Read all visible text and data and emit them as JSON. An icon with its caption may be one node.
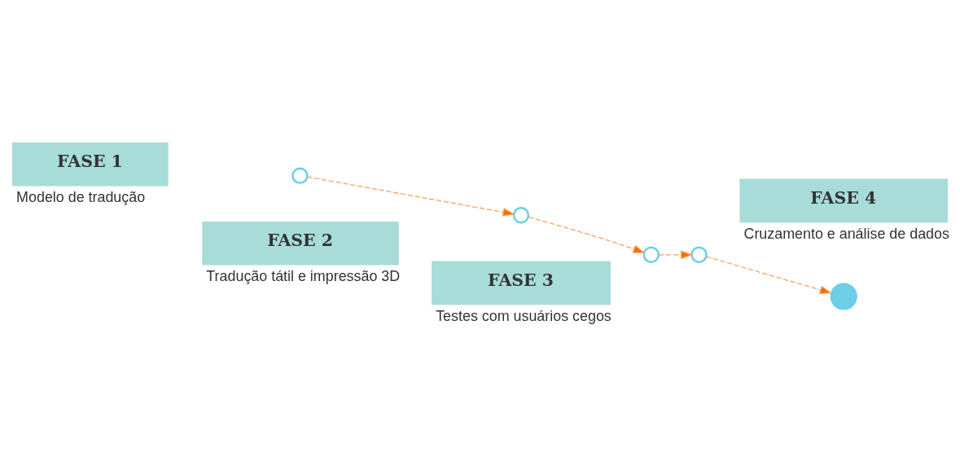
{
  "diagram": {
    "nodes": [
      {
        "text": [
          "FASE 1",
          "Modelo de tradução"
        ]
      },
      {
        "text": [],
        "shape": "circle"
      },
      {
        "text": [
          "FASE 2",
          "Tradução tátil e impressão 3D"
        ]
      },
      {
        "text": [],
        "shape": "circle"
      },
      {
        "text": [
          "FASE 3",
          "Testes com usuários cegos"
        ]
      },
      {
        "text": [],
        "shape": "circle"
      },
      {
        "text": [],
        "shape": "circle"
      },
      {
        "text": [
          "FASE 4",
          "Cruzamento e análise de dados"
        ]
      },
      {
        "text": [],
        "shape": "circle"
      }
    ],
    "edges": [
      {
        "from": 1,
        "to": 3,
        "arrow": "to",
        "style": "dashed"
      },
      {
        "from": 3,
        "to": 5,
        "arrow": "to",
        "style": "dashed"
      },
      {
        "from": 5,
        "to": 6,
        "arrow": "to",
        "style": "dashed"
      },
      {
        "from": 6,
        "to": 8,
        "arrow": "to",
        "style": "dashed"
      }
    ]
  }
}
